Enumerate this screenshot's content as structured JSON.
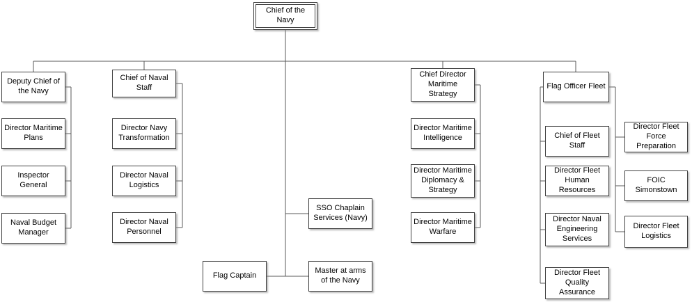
{
  "org": {
    "root": "Chief of the Navy",
    "columns": [
      {
        "head": "Deputy Chief of the Navy",
        "children": [
          "Director Maritime Plans",
          "Inspector General",
          "Naval Budget Manager"
        ]
      },
      {
        "head": "Chief of Naval Staff",
        "children": [
          "Director Navy Transformation",
          "Director Naval Logistics",
          "Director Naval Personnel"
        ]
      },
      {
        "head": "Chief Director Maritime Strategy",
        "children": [
          "Director Maritime Intelligence",
          "Director Maritime Diplomacy & Strategy",
          "Director Maritime Warfare"
        ]
      },
      {
        "head": "Flag Officer Fleet",
        "children_left": [
          "Chief of Fleet Staff",
          "Director Fleet Human Resources",
          "Director Naval Engineering Services",
          "Director Fleet Quality Assurance"
        ],
        "children_right": [
          "Director Fleet Force Preparation",
          "FOIC Simonstown",
          "Director Fleet Logistics"
        ]
      }
    ],
    "staff": [
      "SSO Chaplain Services (Navy)",
      "Flag Captain",
      "Master at arms of the Navy"
    ]
  },
  "colors": {
    "line": "#595959",
    "box_border": "#404040",
    "box_fill": "#ffffff"
  }
}
